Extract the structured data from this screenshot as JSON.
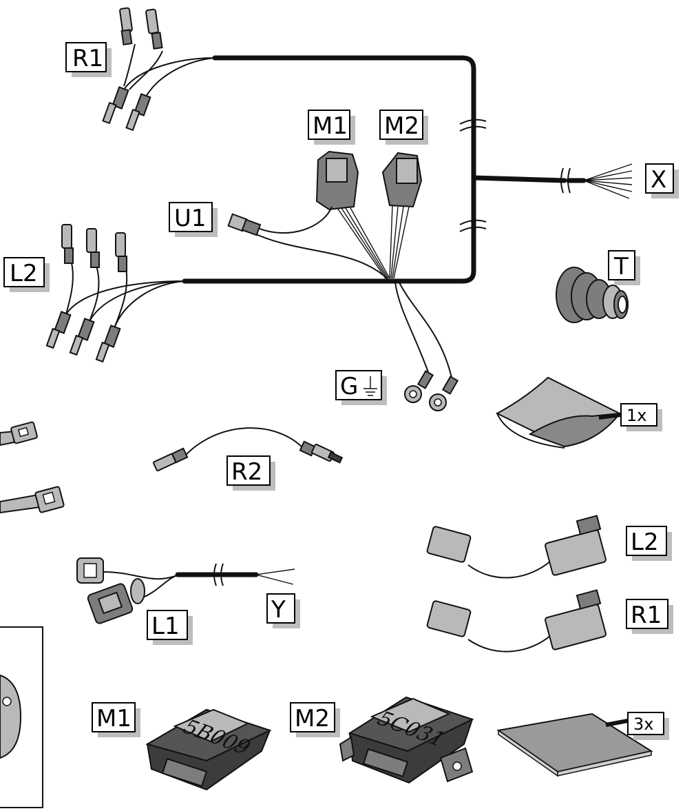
{
  "labels": {
    "harness_r1": "R1",
    "harness_l2": "L2",
    "harness_m1": "M1",
    "harness_m2": "M2",
    "harness_u1": "U1",
    "harness_x": "X",
    "harness_g": "G",
    "grommet_t": "T",
    "sheet_qty": "1x",
    "wire_r2": "R2",
    "adapter_l2": "L2",
    "adapter_r1": "R1",
    "cable_y": "Y",
    "connector_l1": "L1",
    "module_m1": "M1",
    "module_m2": "M2",
    "pad_qty": "3x"
  },
  "modules": {
    "m1_code": "5B009",
    "m2_code": "5C031"
  },
  "icons": {
    "ground": "ground-symbol-icon"
  },
  "colors": {
    "line": "#111111",
    "part_grey": "#7d7d7d",
    "module_dark": "#3c3c3c",
    "label_shadow": "#bdbdbd"
  }
}
